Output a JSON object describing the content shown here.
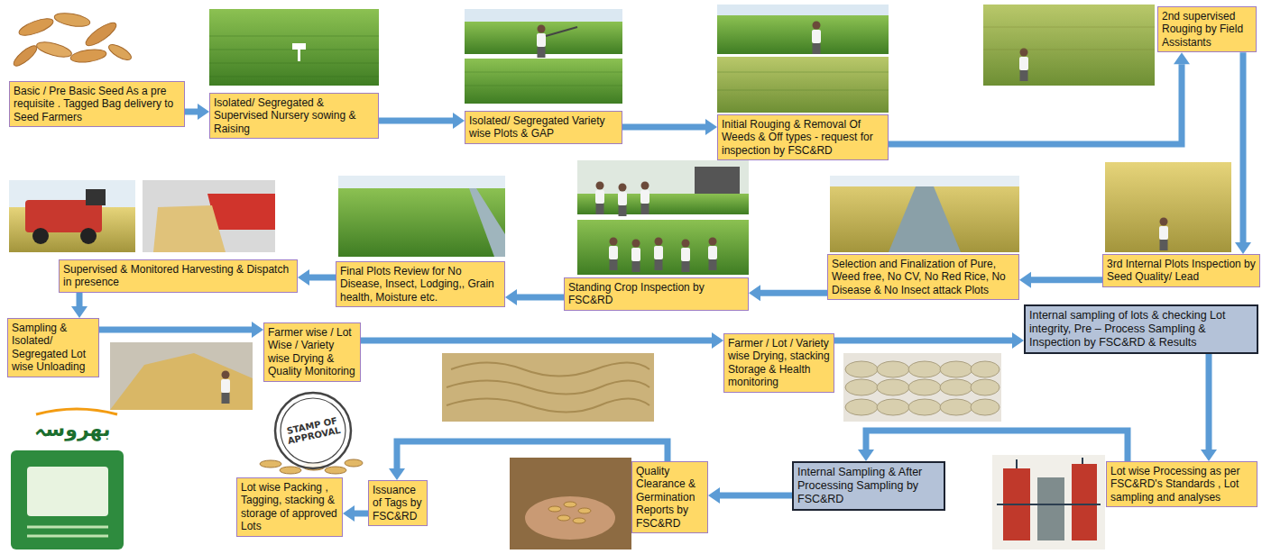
{
  "diagram": {
    "nodes": [
      {
        "text": [
          "Basic / Pre Basic Seed As a pre requisite . Tagged Bag delivery to Seed Farmers"
        ]
      },
      {
        "text": [
          "Isolated/ Segregated & Supervised Nursery sowing & Raising"
        ]
      },
      {
        "text": [
          "Isolated/ Segregated Variety wise Plots & GAP"
        ]
      },
      {
        "text": [
          "Initial Rouging & Removal Of Weeds & Off types - request for inspection by FSC&RD"
        ]
      },
      {
        "text": [
          "2nd supervised Rouging by Field Assistants"
        ]
      },
      {
        "text": [
          "3rd Internal Plots Inspection by Seed Quality/ Lead"
        ]
      },
      {
        "text": [
          "Selection and Finalization of Pure, Weed free, No CV, No Red Rice, No Disease & No Insect attack Plots"
        ]
      },
      {
        "text": [
          "Standing Crop Inspection by FSC&RD"
        ]
      },
      {
        "text": [
          "Final Plots Review for No Disease, Insect, Lodging,, Grain health, Moisture etc."
        ]
      },
      {
        "text": [
          "Supervised & Monitored Harvesting & Dispatch in presence"
        ]
      },
      {
        "text": [
          "Sampling & Isolated/ Segregated Lot wise Unloading"
        ]
      },
      {
        "text": [
          "Farmer wise / Lot Wise / Variety wise Drying & Quality Monitoring"
        ]
      },
      {
        "text": [
          "Farmer / Lot / Variety wise Drying, stacking Storage & Health monitoring"
        ]
      },
      {
        "text": [
          "Internal sampling of lots & checking Lot integrity, Pre – Process Sampling & Inspection by FSC&RD & Results"
        ]
      },
      {
        "text": [
          "Lot wise Processing as per FSC&RD's Standards , Lot sampling and analyses"
        ]
      },
      {
        "text": [
          "Internal Sampling & After Processing Sampling by FSC&RD"
        ]
      },
      {
        "text": [
          "Quality Clearance & Germination Reports by FSC&RD"
        ]
      },
      {
        "text": [
          "Issuance of Tags by FSC&RD"
        ]
      },
      {
        "text": [
          "Lot wise Packing , Tagging, stacking & storage of approved Lots"
        ]
      }
    ],
    "edges": [
      {
        "from": 0,
        "to": 1,
        "arrow": "to"
      },
      {
        "from": 1,
        "to": 2,
        "arrow": "to"
      },
      {
        "from": 2,
        "to": 3,
        "arrow": "to"
      },
      {
        "from": 3,
        "to": 4,
        "arrow": "to"
      },
      {
        "from": 4,
        "to": 5,
        "arrow": "to"
      },
      {
        "from": 5,
        "to": 6,
        "arrow": "to"
      },
      {
        "from": 6,
        "to": 7,
        "arrow": "to"
      },
      {
        "from": 7,
        "to": 8,
        "arrow": "to"
      },
      {
        "from": 8,
        "to": 9,
        "arrow": "to"
      },
      {
        "from": 9,
        "to": 10,
        "arrow": "to"
      },
      {
        "from": 10,
        "to": 11,
        "arrow": "to"
      },
      {
        "from": 11,
        "to": 12,
        "arrow": "to"
      },
      {
        "from": 12,
        "to": 13,
        "arrow": "to"
      },
      {
        "from": 13,
        "to": 14,
        "arrow": "to"
      },
      {
        "from": 14,
        "to": 15,
        "arrow": "to"
      },
      {
        "from": 15,
        "to": 16,
        "arrow": "to"
      },
      {
        "from": 16,
        "to": 17,
        "arrow": "to"
      },
      {
        "from": 17,
        "to": 18,
        "arrow": "to"
      }
    ],
    "labels": [
      "STAMP OF APPROVAL",
      "بھروسہ"
    ]
  }
}
